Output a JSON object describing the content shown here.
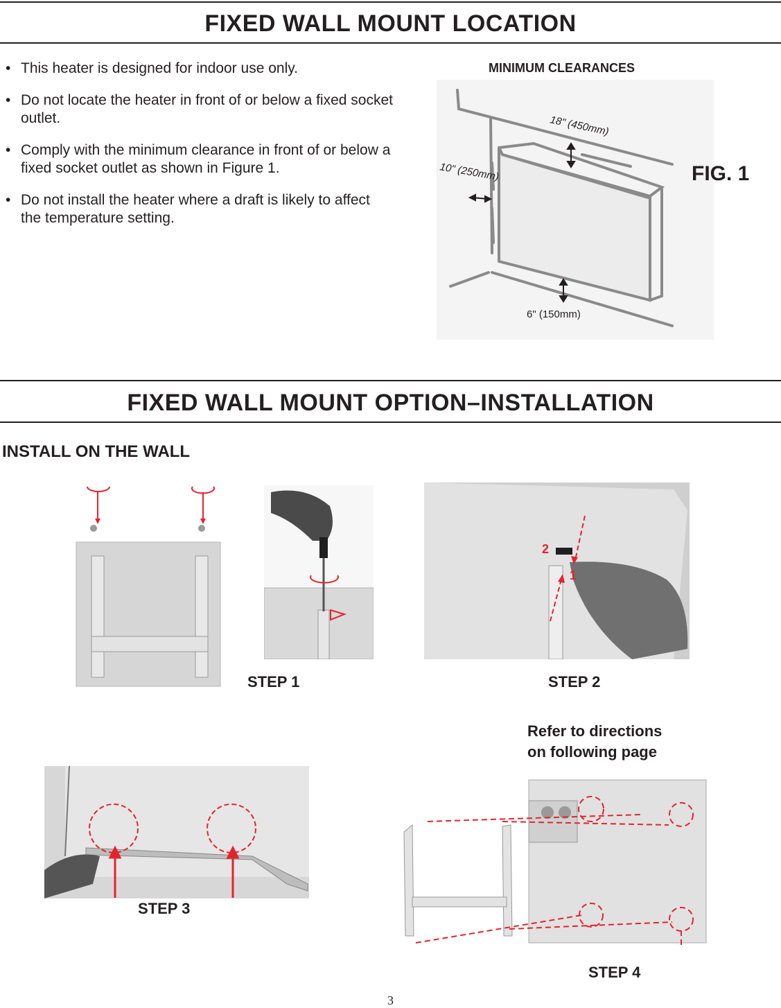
{
  "section1": {
    "title": "FIXED WALL MOUNT LOCATION",
    "bullets": [
      "This heater is designed for indoor use only.",
      "Do not locate the heater in front of or below a fixed socket outlet.",
      "Comply with the minimum clearance in front of or below a fixed socket outlet as shown in Figure 1.",
      "Do not install the heater where a draft is likely to affect the temperature setting."
    ],
    "figure": {
      "heading": "MINIMUM CLEARANCES",
      "top_clearance": "18\" (450mm)",
      "side_clearance": "10\" (250mm)",
      "bottom_clearance": "6\" (150mm)",
      "label": "FIG. 1"
    }
  },
  "section2": {
    "title": "FIXED WALL MOUNT OPTION–INSTALLATION",
    "subtitle": "INSTALL ON THE WALL",
    "steps": {
      "step1": "STEP 1",
      "step2": "STEP 2",
      "step3": "STEP 3",
      "step4": "STEP 4"
    },
    "step2_markers": [
      "2",
      "1"
    ],
    "refer_line1": "Refer to directions",
    "refer_line2": "on following page"
  },
  "page_number": "3",
  "colors": {
    "text": "#231f20",
    "accent_red": "#e4232b",
    "panel_gray": "#d9d9d9"
  }
}
